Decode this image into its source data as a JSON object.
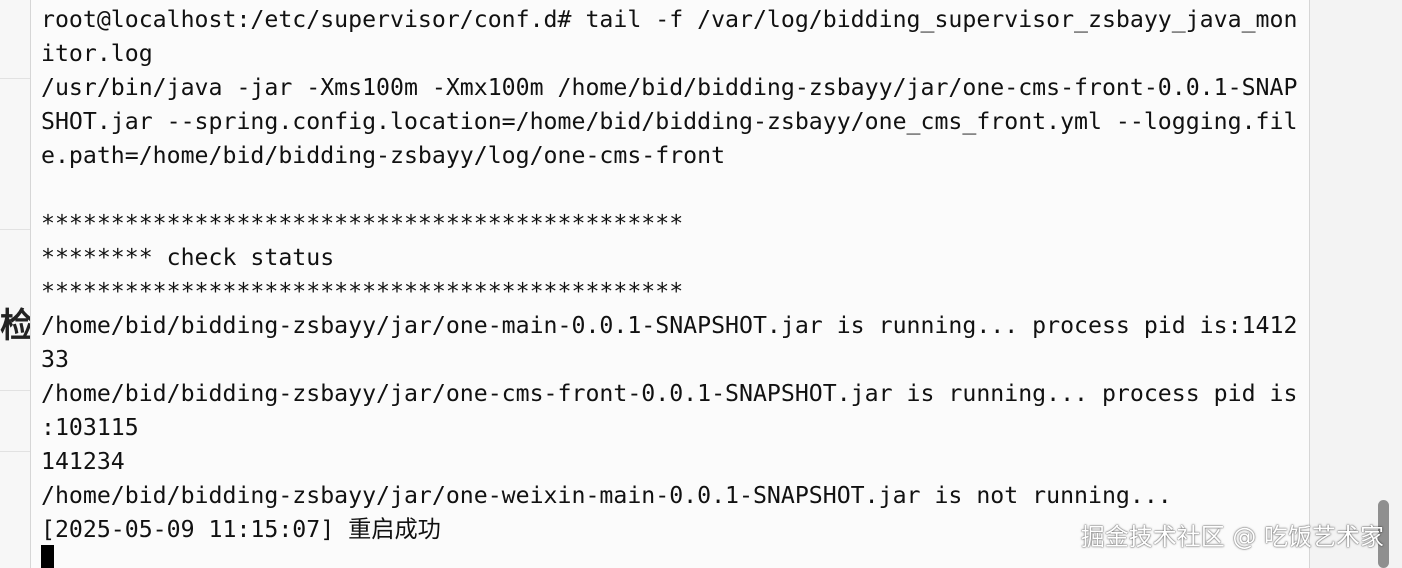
{
  "background": {
    "side_text": "检"
  },
  "terminal": {
    "lines": [
      "root@localhost:/etc/supervisor/conf.d# tail -f /var/log/bidding_supervisor_zsbayy_java_mon",
      "itor.log",
      "/usr/bin/java -jar -Xms100m -Xmx100m /home/bid/bidding-zsbayy/jar/one-cms-front-0.0.1-SNAP",
      "SHOT.jar --spring.config.location=/home/bid/bidding-zsbayy/one_cms_front.yml --logging.fil",
      "e.path=/home/bid/bidding-zsbayy/log/one-cms-front",
      "",
      "**********************************************",
      "******** check status",
      "**********************************************",
      "/home/bid/bidding-zsbayy/jar/one-main-0.0.1-SNAPSHOT.jar is running... process pid is:1412",
      "33",
      "/home/bid/bidding-zsbayy/jar/one-cms-front-0.0.1-SNAPSHOT.jar is running... process pid is",
      ":103115",
      "141234",
      "/home/bid/bidding-zsbayy/jar/one-weixin-main-0.0.1-SNAPSHOT.jar is not running...",
      "[2025-05-09 11:15:07] 重启成功"
    ]
  },
  "watermark": {
    "text": "掘金技术社区 @ 吃饭艺术家"
  },
  "colors": {
    "terminal_bg": "#fbfbfb",
    "text": "#111111",
    "cursor": "#000000"
  }
}
